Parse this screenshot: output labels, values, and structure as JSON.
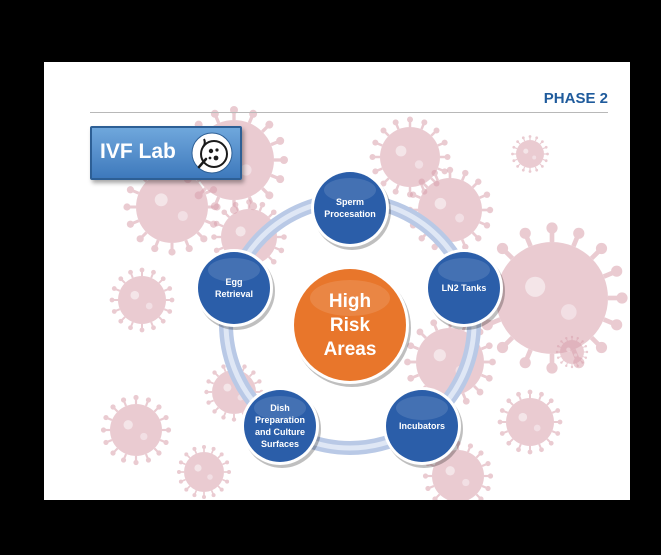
{
  "phase_label": "PHASE 2",
  "lab_title": "IVF Lab",
  "center": {
    "label": "High\nRisk\nAreas",
    "color": "#e8762b"
  },
  "nodes": [
    {
      "label": "Sperm\nProcesation"
    },
    {
      "label": "LN2 Tanks"
    },
    {
      "label": "Incubators"
    },
    {
      "label": "Dish\nPreparation\nand Culture\nSurfaces"
    },
    {
      "label": "Egg\nRetrieval"
    }
  ],
  "colors": {
    "node": "#2b5ea9",
    "ring": "#b9c9e6",
    "accent": "#1f5b9c",
    "virus": "#d9a1ad"
  },
  "icons": {
    "lab_icon": "petri-dish-icon",
    "background": "virus-icon"
  }
}
